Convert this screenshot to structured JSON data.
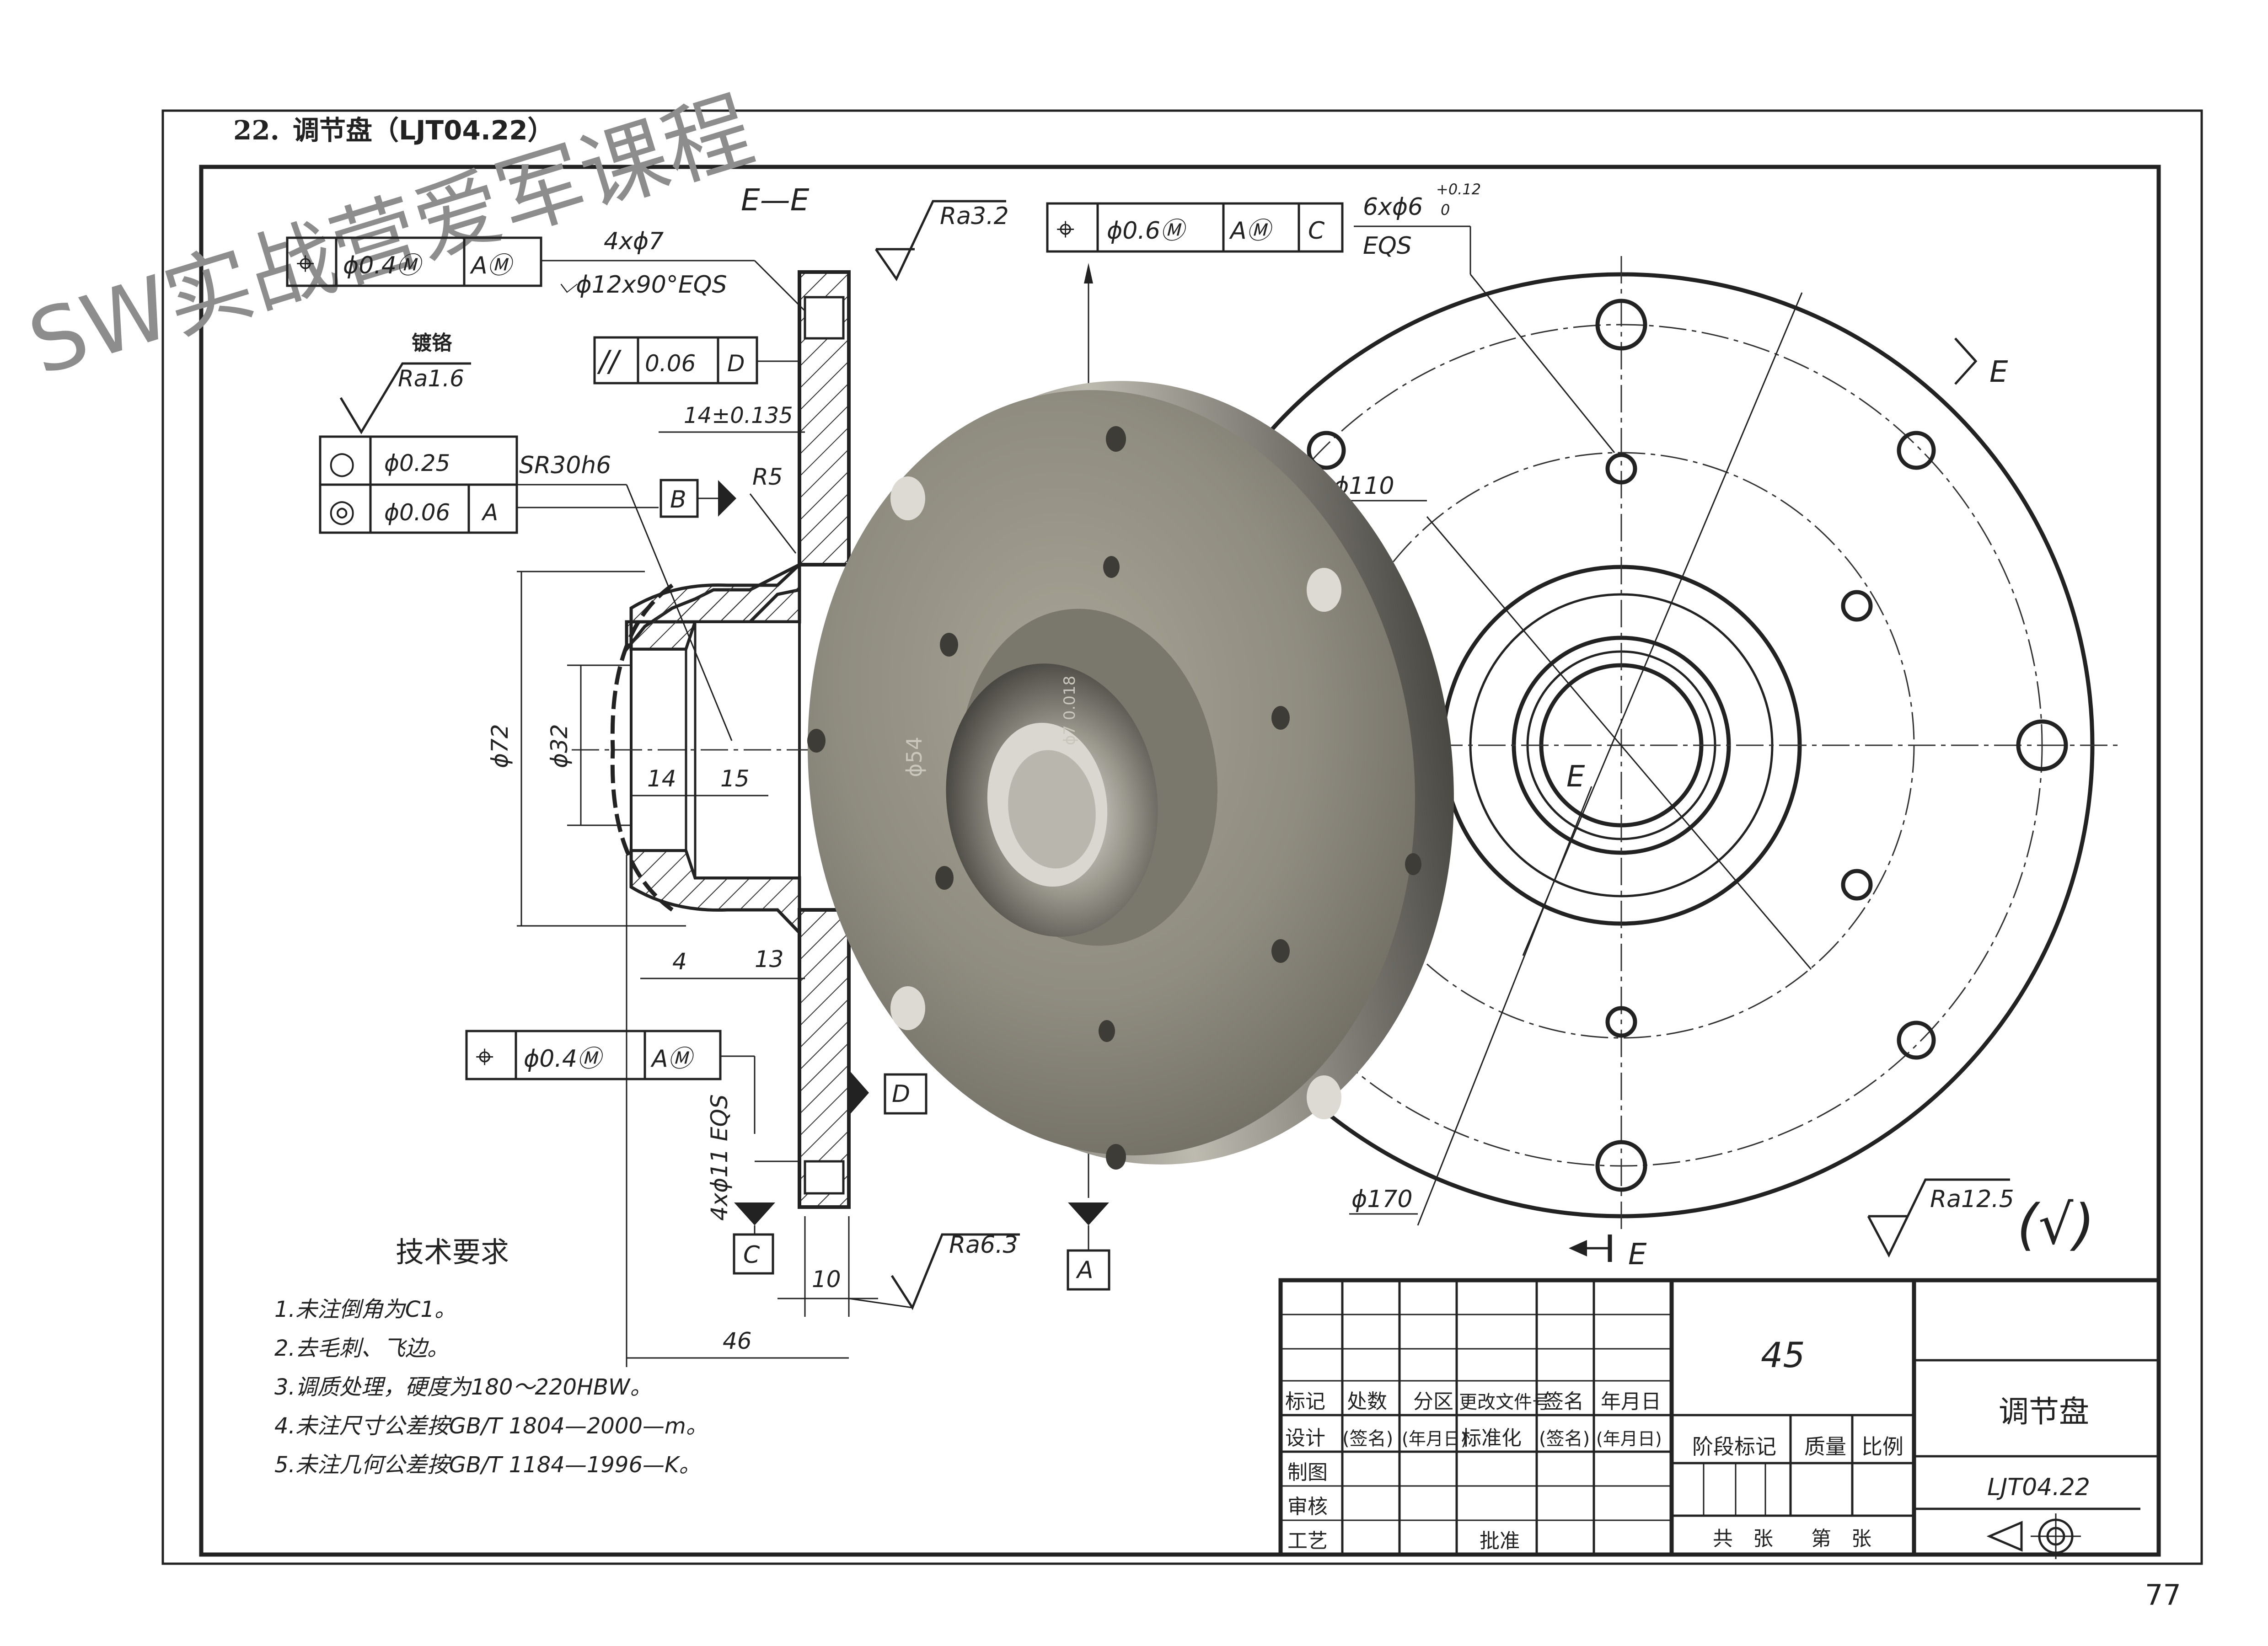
{
  "title": {
    "number": "22.",
    "name": "调节盘（LJT04.22）"
  },
  "watermark": "SW实战营爱军课程",
  "section_label": "E—E",
  "section_marks": [
    "E",
    "E",
    "E"
  ],
  "fcf_top_left": {
    "symbol": "⌖",
    "tol": "ϕ0.4Ⓜ",
    "datum": "AⓂ"
  },
  "hole_note_top": {
    "count": "4xϕ7",
    "cbore": "⌵ϕ12x90°EQS"
  },
  "plating": {
    "label": "镀铬",
    "ra": "Ra1.6"
  },
  "parallel_fcf": {
    "symbol": "//",
    "tol": "0.06",
    "datum": "D"
  },
  "dim_14": "14±0.135",
  "roundness": {
    "symbol": "○",
    "tol": "ϕ0.25"
  },
  "concentricity": {
    "symbol": "◎",
    "tol": "ϕ0.06",
    "datum": "A"
  },
  "sr_label": "SR30h6",
  "r5_label": "R5",
  "datum_b": "B",
  "ra_top": "Ra3.2",
  "fcf_top_right": {
    "symbol": "⌖",
    "tol": "ϕ0.6Ⓜ",
    "datum": "AⓂ",
    "datum2": "C"
  },
  "hole_note_right": {
    "main": "6xϕ6",
    "tol_up": "+0.12",
    "tol_low": "0",
    "eqs": "EQS"
  },
  "dims_left": {
    "d72": "ϕ72",
    "d32": "ϕ32",
    "d14": "14",
    "d15": "15",
    "d4": "4",
    "d13": "13",
    "d10": "10",
    "d46": "46"
  },
  "dims_overlay": [
    "ϕ54",
    "ϕ7 0.018"
  ],
  "dims_right": {
    "d110": "ϕ110",
    "d170": "ϕ170",
    "center_e": "E"
  },
  "fcf_bottom": {
    "symbol": "⌖",
    "tol": "ϕ0.4Ⓜ",
    "datum": "AⓂ"
  },
  "hole_note_bottom": "4xϕ11 EQS",
  "datum_d": "D",
  "datum_c": "C",
  "datum_a": "A",
  "ra_bottom": "Ra6.3",
  "ra_general": {
    "value": "Ra12.5",
    "mark": "(√)"
  },
  "tech_req": {
    "heading": "技术要求",
    "items": [
      "1.未注倒角为C1。",
      "2.去毛刺、飞边。",
      "3.调质处理，硬度为180～220HBW。",
      "4.未注尺寸公差按GB/T 1804—2000—m。",
      "5.未注几何公差按GB/T 1184—1996—K。"
    ]
  },
  "title_block": {
    "material": "45",
    "part_name": "调节盘",
    "drawing_no": "LJT04.22",
    "row_labels": [
      "标记",
      "处数",
      "分区",
      "更改文件号",
      "签名",
      "年月日"
    ],
    "design_row": [
      "设计",
      "(签名)",
      "(年月日)",
      "标准化",
      "(签名)",
      "(年月日)"
    ],
    "stage": "阶段标记",
    "mass": "质量",
    "scale": "比例",
    "draw": "制图",
    "check": "审核",
    "process": "工艺",
    "approve": "批准",
    "total": "共　张",
    "sheet": "第　张"
  },
  "page_number": "77",
  "colors": {
    "ink": "#222222",
    "render_metal": "#8f8c80",
    "background": "#ffffff"
  }
}
